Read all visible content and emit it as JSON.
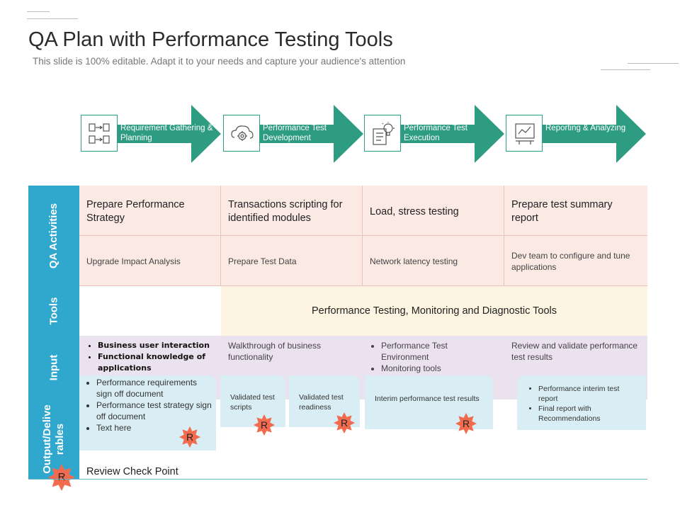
{
  "header": {
    "title": "QA Plan with Performance Testing Tools",
    "subtitle": "This slide is 100% editable. Adapt it to your needs and capture your audience's attention"
  },
  "colors": {
    "arrow": "#2e9c82",
    "sidebar": "#30a7cd",
    "qa_bg": "#fbe9e4",
    "tools_bg": "#fdf5e2",
    "input_bg": "#ebe2f0",
    "output_bg": "#d9eef4",
    "badge": "#f26b4f"
  },
  "process": [
    {
      "label": "Requirement Gathering & Planning",
      "icon": "documents-flow-icon"
    },
    {
      "label": "Performance Test Development",
      "icon": "gear-cloud-icon"
    },
    {
      "label": "Performance Test Execution",
      "icon": "lightbulb-list-icon"
    },
    {
      "label": "Reporting & Analyzing",
      "icon": "report-chart-icon"
    }
  ],
  "rows": {
    "qa": "QA Activities",
    "tools": "Tools",
    "input": "Input",
    "output": "Output/Delive rables"
  },
  "qa_activities": {
    "top": [
      "Prepare Performance Strategy",
      "Transactions scripting for identified modules",
      "Load, stress testing",
      "Prepare test summary report"
    ],
    "bottom": [
      "Upgrade Impact Analysis",
      "Prepare Test Data",
      "Network latency testing",
      "Dev team to configure and tune applications"
    ]
  },
  "tools": "Performance Testing, Monitoring and Diagnostic Tools",
  "inputs": {
    "col1": [
      "Business user interaction",
      "Functional knowledge of applications"
    ],
    "col2": "Walkthrough of business functionality",
    "col3": [
      "Performance Test Environment",
      "Monitoring tools"
    ],
    "col4": "Review and validate performance test results"
  },
  "outputs": {
    "box1": [
      "Performance requirements sign off document",
      "Performance test strategy sign off document",
      "Text here"
    ],
    "box2": "Validated test scripts",
    "box3": "Validated test readiness",
    "box4": "Interim performance test results",
    "box5": [
      "Performance interim test report",
      "Final report with Recommendations"
    ]
  },
  "badge_letter": "R",
  "review_label": "Review Check Point"
}
